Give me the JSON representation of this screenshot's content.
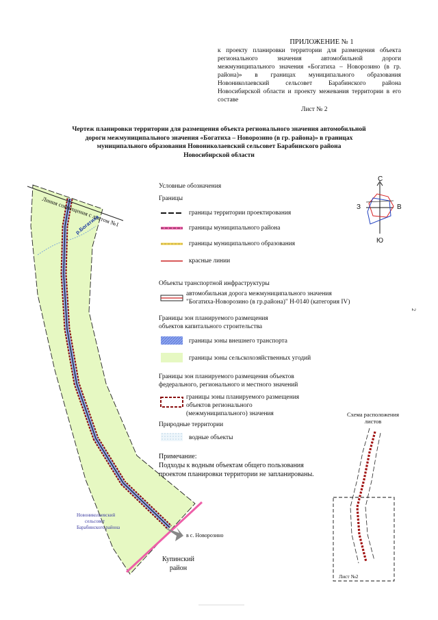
{
  "header": {
    "appendix_title": "ПРИЛОЖЕНИЕ № 1",
    "appendix_text": "к проекту планировки территории для размещения объекта регионального значения автомобильной дороги межмуниципального значения «Богатиха – Новорозино (в гр. района)» в границах муниципального образования Новониколаевский сельсовет Барабинского района Новосибирской области и проекту межевания территории в его составе",
    "sheet_no": "Лист № 2"
  },
  "title_lines": [
    "Чертеж планировки территории для размещения объекта регионального значения автомобильной",
    "дороги межмуниципального значения «Богатиха – Новорозино (в гр. района)» в границах",
    "муниципального образования Новониколаевский сельсовет Барабинского района",
    "Новосибирской области"
  ],
  "map": {
    "match_line_label": "Линия совмещения с листом №1",
    "river_label": "р.Богатиха",
    "municipality_label": [
      "Новониколаевский",
      "сельсовет",
      "Барабинского района"
    ],
    "direction_label": "в с. Новорозино",
    "district_label": [
      "Купинский",
      "район"
    ]
  },
  "compass": {
    "north": "С",
    "south": "Ю",
    "west": "З",
    "east": "В"
  },
  "legend": {
    "title": "Условные обозначения",
    "boundaries_heading": "Границы",
    "items_boundaries": [
      "границы территории проектирования",
      "границы муниципального района",
      "границы муниципального образования",
      "красные линии"
    ],
    "transport_heading": "Объекты транспортной инфраструктуры",
    "road_item": [
      "автомобильная дорога межмуниципального значения",
      "\"Богатиха-Новорозино (в гр.района)\" Н-0140 (категория IV)"
    ],
    "zones_heading": [
      "Границы зон планируемого размещения",
      "объектов капитального строительства"
    ],
    "zones_items": [
      "границы зоны внешнего транспорта",
      "границы зоны сельскохозяйственных угодий"
    ],
    "fed_heading": [
      "Границы зон планируемого размещения объектов",
      "федерального, регионального и местного значений"
    ],
    "fed_item": [
      "границы зоны планируемого размещения",
      "объектов регионального",
      "(межмуниципального) значения"
    ],
    "natural_heading": "Природные территории",
    "natural_item": "водные объекты",
    "note_title": "Примечание:",
    "note_lines": [
      "Подходы к водным объектам общего пользования",
      "проектом планировки территории не запланированы."
    ]
  },
  "scheme": {
    "title": [
      "Схема расположения",
      "листов"
    ],
    "sheet_label": "Лист №2"
  },
  "page_mark": "2",
  "colors": {
    "agri_zone": "#e6f8c2",
    "red_line": "#cc2222",
    "district_border": "#ee5fa8",
    "transport_zone": "#6f8fe0",
    "regional_zone": "#a01010"
  }
}
